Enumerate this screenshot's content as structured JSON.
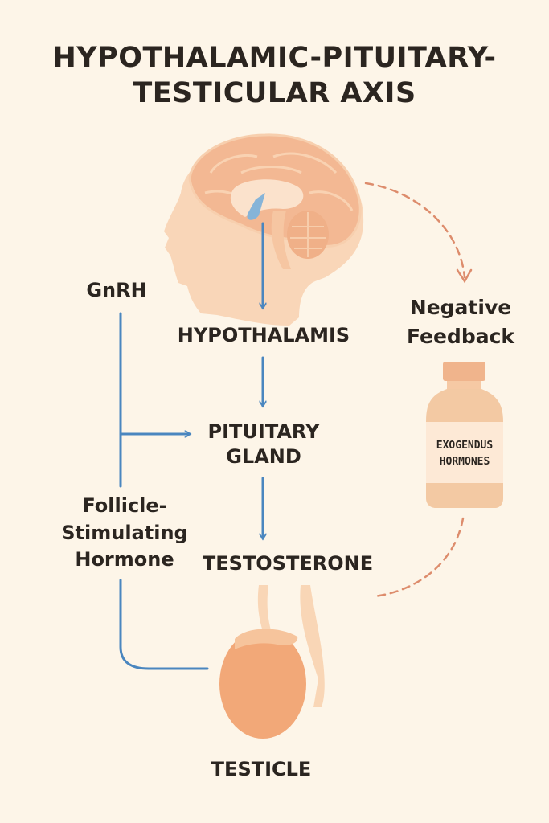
{
  "title": {
    "line1": "HYPOTHALAMIC-PITUITARY-",
    "line2": "TESTICULAR AXIS"
  },
  "nodes": {
    "hypothalamus": "HYPOTHALAMIS",
    "pituitary_line1": "PITUITARY",
    "pituitary_line2": "GLAND",
    "testosterone": "TESTOSTERONE",
    "testicle": "TESTICLE"
  },
  "side_labels": {
    "gnrh": "GnRH",
    "fsh_line1": "Follicle-",
    "fsh_line2": "Stimulating",
    "fsh_line3": "Hormone",
    "feedback_line1": "Negative",
    "feedback_line2": "Feedback"
  },
  "bottle": {
    "label_line1": "EXOGENDUS",
    "label_line2": "HORMONES"
  },
  "colors": {
    "arrow_blue": "#4a86bf",
    "feedback_orange": "#dd8c6c",
    "skin": "#f6c8a4",
    "testicle": "#f2a878",
    "bottle": "#f3c9a3"
  },
  "icons": [
    "head-brain-icon",
    "bottle-icon",
    "testicle-icon"
  ]
}
